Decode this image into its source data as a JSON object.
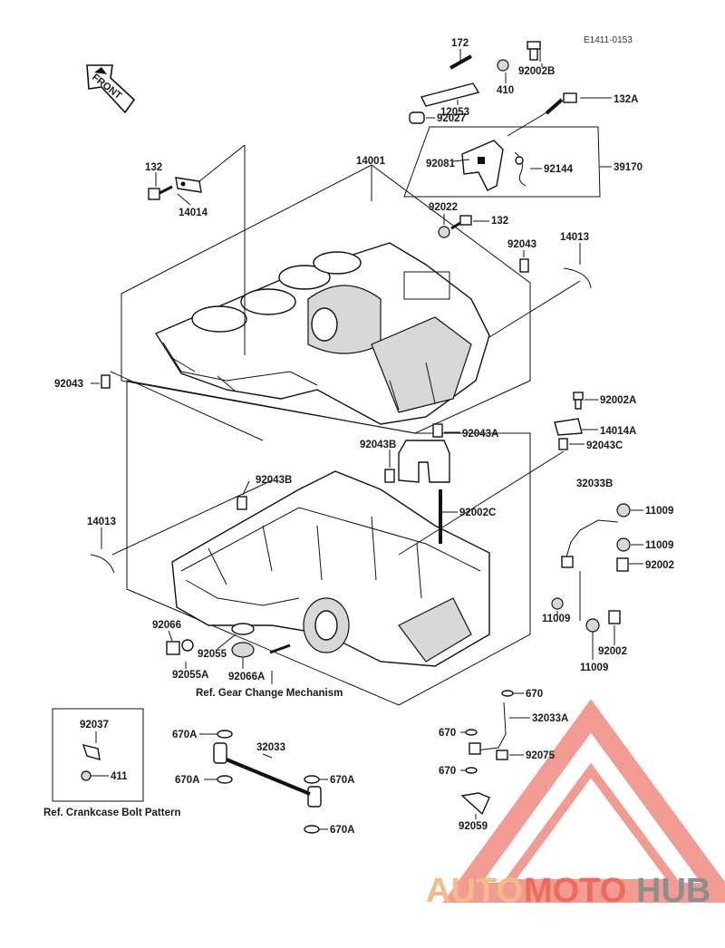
{
  "diagram": {
    "code": "E1411-0153",
    "front_label": "FRONT",
    "parts": {
      "p172": "172",
      "p92002B": "92002B",
      "p410": "410",
      "p12053": "12053",
      "p92027": "92027",
      "p132A": "132A",
      "p39170": "39170",
      "p92081": "92081",
      "p92144": "92144",
      "p132_left": "132",
      "p14014": "14014",
      "p14001": "14001",
      "p92022": "92022",
      "p132_mid": "132",
      "p92043_top": "92043",
      "p14013_right": "14013",
      "p92043_left": "92043",
      "p92002A": "92002A",
      "p14014A": "14014A",
      "p92043C": "92043C",
      "p92043A": "92043A",
      "p92043B_mid": "92043B",
      "p92043B_low": "92043B",
      "p92002C": "92002C",
      "p32033B": "32033B",
      "p11009_a": "11009",
      "p11009_b": "11009",
      "p92002_a": "92002",
      "p11009_c": "11009",
      "p92002_b": "92002",
      "p11009_d": "11009",
      "p14013_left": "14013",
      "p92066": "92066",
      "p92055": "92055",
      "p92055A": "92055A",
      "p92066A": "92066A",
      "p670_a": "670",
      "p670_b": "670",
      "p32033A": "32033A",
      "p92075": "92075",
      "p670_c": "670",
      "p92059": "92059",
      "p92037": "92037",
      "p411": "411",
      "p670A_a": "670A",
      "p32033": "32033",
      "p670A_b": "670A",
      "p670A_c": "670A",
      "p670A_d": "670A"
    },
    "refs": {
      "gear_change": "Ref. Gear Change Mechanism",
      "crankcase_bolt": "Ref. Crankcase Bolt Pattern"
    }
  },
  "watermark": {
    "part1": "AUTO",
    "part2": "MOTO",
    "part3": "HUB",
    "color_light": "#f5b98a",
    "color_mid": "#ee6a5b",
    "color_dark": "#8e8e8e",
    "triangle_color": "#e94b3c"
  }
}
